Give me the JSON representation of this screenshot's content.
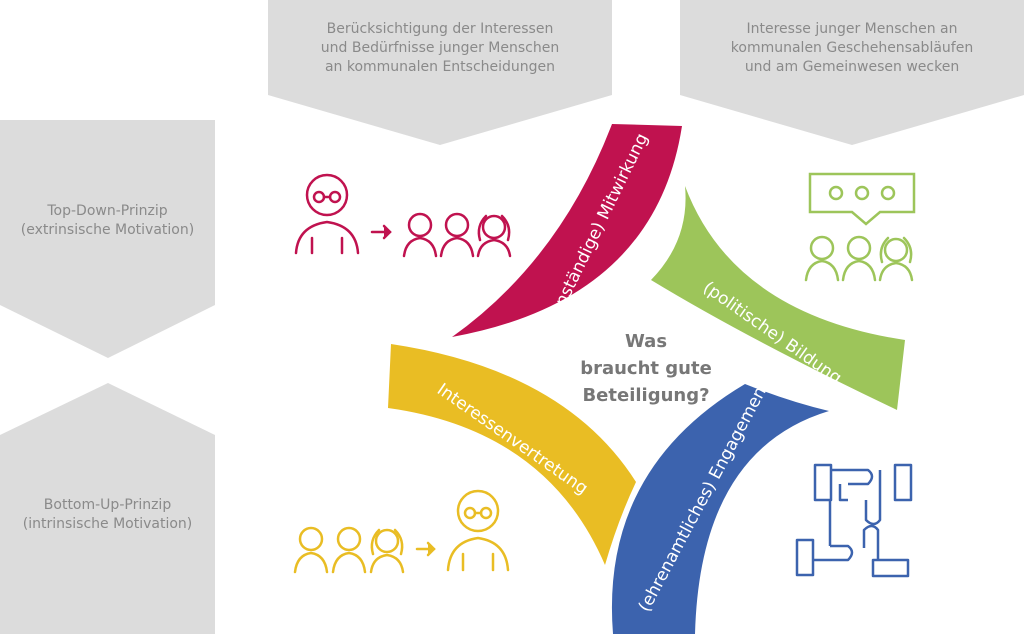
{
  "colors": {
    "panel_grey": "#dcdcdc",
    "text_grey": "#8a8a8a",
    "center_text": "#777777",
    "mitwirkung": "#c0124f",
    "bildung": "#9dc55a",
    "interessen": "#e9bd24",
    "engagement": "#3c63ae"
  },
  "top_panels": [
    {
      "lines": [
        "Berücksichtigung der Interessen",
        "und Bedürfnisse junger Menschen",
        "an kommunalen Entscheidungen"
      ]
    },
    {
      "lines": [
        "Interesse junger Menschen an",
        "kommunalen Geschehensabläufen",
        "und am Gemeinwesen wecken"
      ]
    }
  ],
  "side_panels": [
    {
      "lines": [
        "Top-Down-Prinzip",
        "(extrinsische Motivation)"
      ]
    },
    {
      "lines": [
        "Bottom-Up-Prinzip",
        "(intrinsische Motivation)"
      ]
    }
  ],
  "center": {
    "lines": [
      "Was",
      "braucht gute",
      "Beteiligung?"
    ]
  },
  "petals": {
    "mitwirkung": "(eigenständige) Mitwirkung",
    "bildung": "(politische) Bildung",
    "interessen": "Interessenvertretung",
    "engagement": "(ehrenamtliches) Engagement"
  },
  "icons": {
    "top_left": "elder-to-youth-icon",
    "top_right": "youth-speech-bubble-icon",
    "bottom_left": "youth-to-elder-icon",
    "bottom_right": "joined-hands-icon"
  }
}
